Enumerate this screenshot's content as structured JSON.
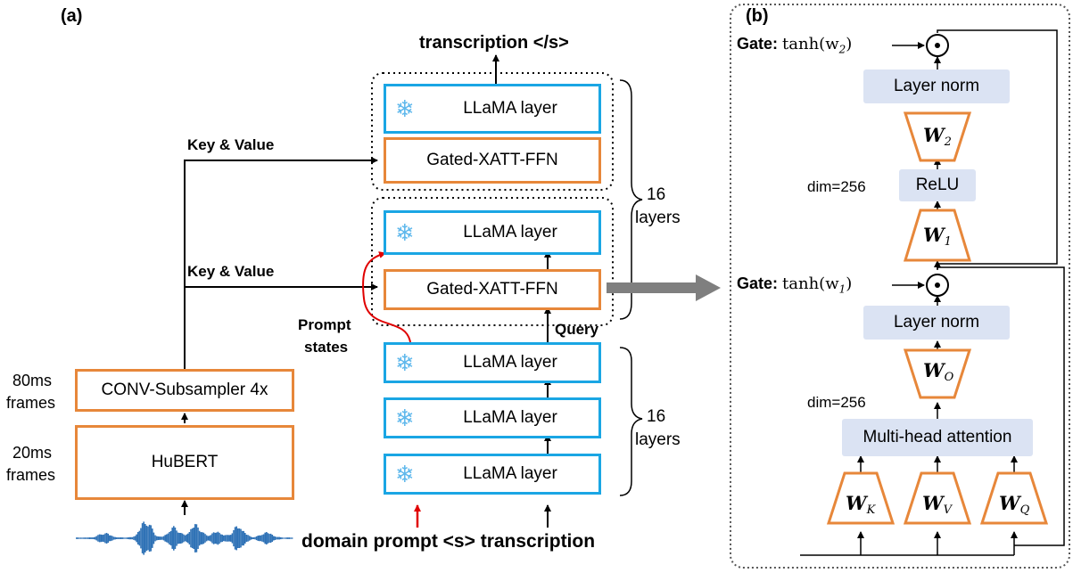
{
  "panel_a": {
    "label": "(a)",
    "output_label": "transcription </s>",
    "llama_layer_label": "LLaMA layer",
    "gated_xatt_label": "Gated-XATT-FFN",
    "key_value_label": "Key & Value",
    "layers_count": "16",
    "layers_word": "layers",
    "prompt_states_line1": "Prompt",
    "prompt_states_line2": "states",
    "query_label": "Query",
    "conv_label": "CONV-Subsampler 4x",
    "hubert_label": "HuBERT",
    "frames_80ms_line1": "80ms",
    "frames_80ms_line2": "frames",
    "frames_20ms_line1": "20ms",
    "frames_20ms_line2": "frames",
    "input_label": "domain prompt <s> transcription"
  },
  "panel_b": {
    "label": "(b)",
    "gate_word": "Gate:",
    "gate2_func": "tanh(w",
    "gate2_sub": "2",
    "gate1_func": "tanh(w",
    "gate1_sub": "1",
    "close_paren": ")",
    "layer_norm_label": "Layer norm",
    "relu_label": "ReLU",
    "dim_label": "dim=256",
    "mha_label": "Multi-head attention",
    "w_symbol": "W",
    "w2_sub": "2",
    "w1_sub": "1",
    "wo_sub": "O",
    "wk_sub": "K",
    "wv_sub": "V",
    "wq_sub": "Q",
    "odot_symbol": "⊙"
  },
  "colors": {
    "orange_box": "#e7873a",
    "blue_box": "#1aa6e4",
    "gray_box": "#dbe3f3",
    "snowflake": "#5fb8ec",
    "prompt_arrow": "#e00000",
    "waveform": "#2f72b6",
    "big_arrow": "#7f7f7f"
  },
  "icons": [
    "snowflake-icon",
    "waveform-icon",
    "odot-icon",
    "arrow-icon"
  ]
}
